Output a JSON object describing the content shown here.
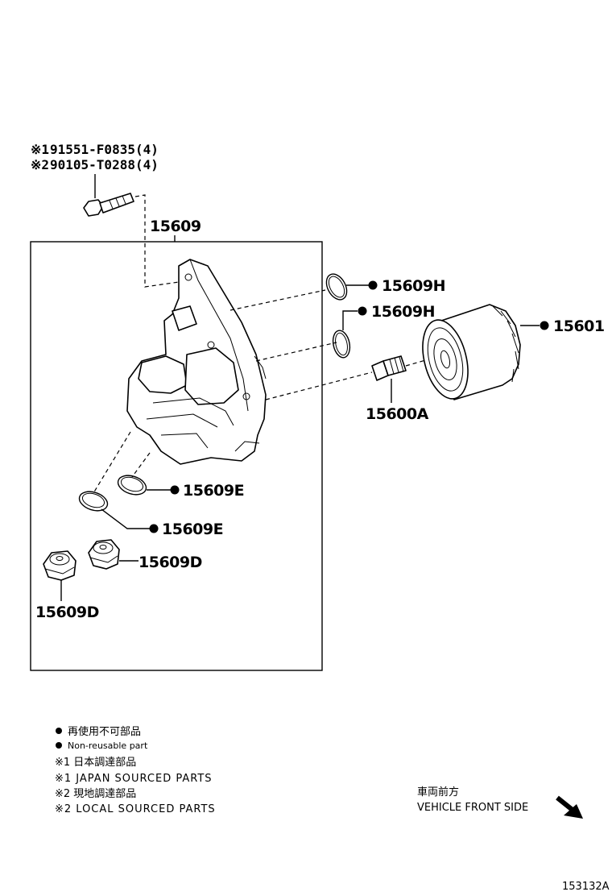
{
  "labels": {
    "bolt1_mark": "※1",
    "bolt1_code": "91551-F0835(4)",
    "bolt2_mark": "※2",
    "bolt2_code": "90105-T0288(4)",
    "housing": "15609",
    "oring_upper": "15609H",
    "oring_lower": "15609H",
    "filter": "15601",
    "union": "15600A",
    "gasket_upper": "15609E",
    "gasket_lower": "15609E",
    "plug_right": "15609D",
    "plug_left": "15609D"
  },
  "legend": {
    "nonreusable_jp": "再使用不可部品",
    "nonreusable_en": "Non-reusable part",
    "note1_jp": "※1 日本調達部品",
    "note1_en": "※1 JAPAN SOURCED PARTS",
    "note2_jp": "※2 現地調達部品",
    "note2_en": "※2 LOCAL SOURCED PARTS"
  },
  "front": {
    "jp": "車両前方",
    "en": "VEHICLE FRONT SIDE"
  },
  "diagram_code": "153132A"
}
